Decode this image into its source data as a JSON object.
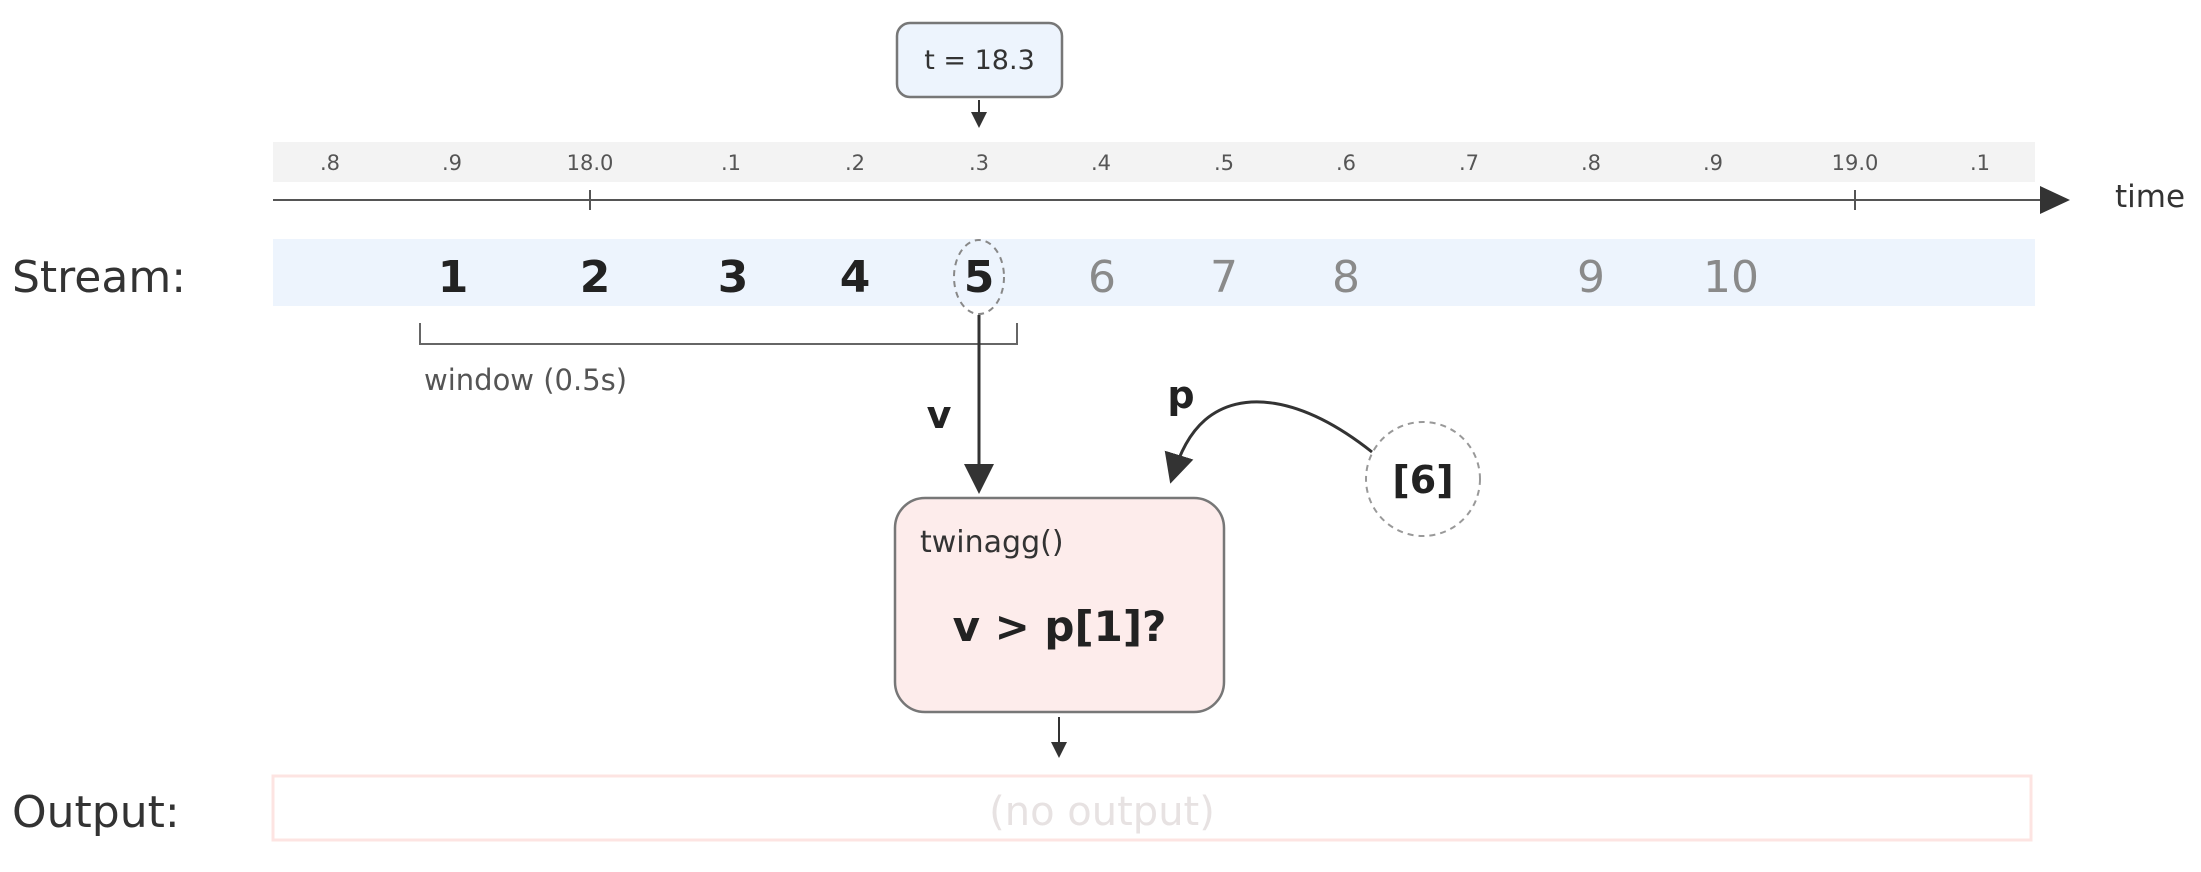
{
  "current_time_label": "t = 18.3",
  "axis": {
    "label": "time",
    "ticks": [
      ".8",
      ".9",
      "18.0",
      ".1",
      ".2",
      ".3",
      ".4",
      ".5",
      ".6",
      ".7",
      ".8",
      ".9",
      "19.0",
      ".1"
    ]
  },
  "stream": {
    "label": "Stream:",
    "items": [
      {
        "value": "1",
        "state": "past"
      },
      {
        "value": "2",
        "state": "past"
      },
      {
        "value": "3",
        "state": "past"
      },
      {
        "value": "4",
        "state": "past"
      },
      {
        "value": "5",
        "state": "current"
      },
      {
        "value": "6",
        "state": "future"
      },
      {
        "value": "7",
        "state": "future"
      },
      {
        "value": "8",
        "state": "future"
      },
      {
        "value": "9",
        "state": "future"
      },
      {
        "value": "10",
        "state": "future"
      }
    ]
  },
  "window_label": "window (0.5s)",
  "value_arrow_label": "v",
  "param_arrow_label": "p",
  "param_value": "[6]",
  "function": {
    "name": "twinagg()",
    "expression": "v > p[1]?"
  },
  "output": {
    "label": "Output:",
    "text": "(no output)"
  },
  "colors": {
    "stream_band": "#edf4fd",
    "tick_band": "#f3f3f3",
    "callout_fill": "#edf4fd",
    "function_fill": "#fdeceb",
    "output_border": "#fde4e2"
  }
}
